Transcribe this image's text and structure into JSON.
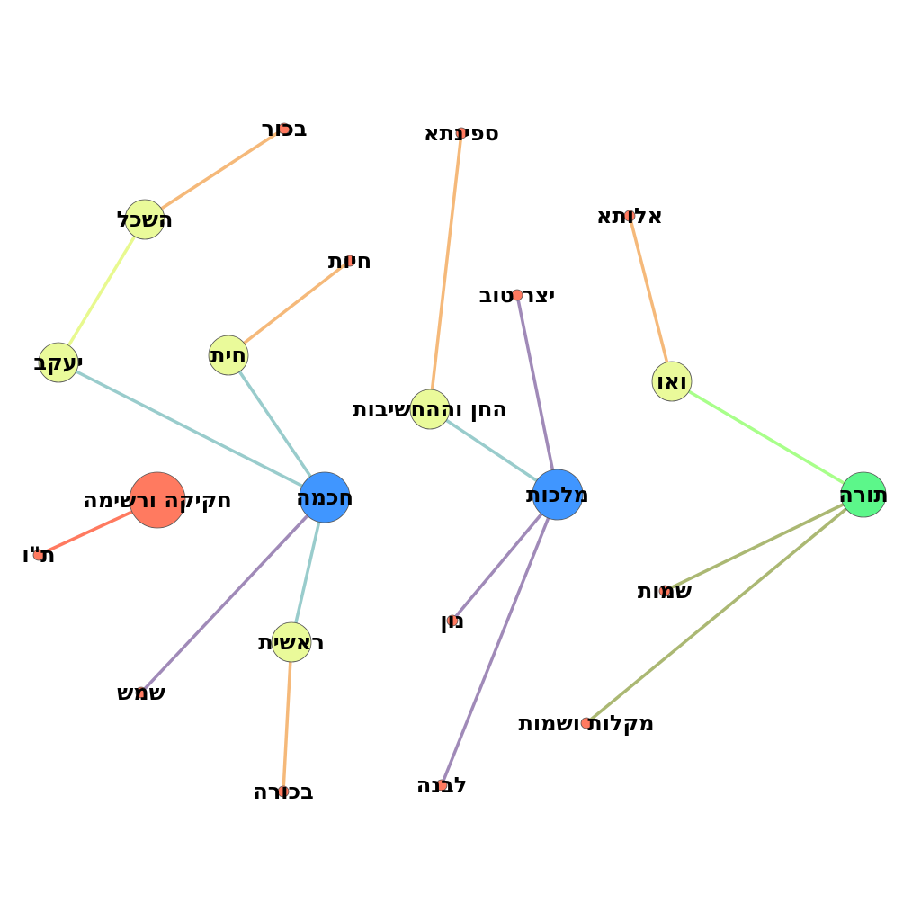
{
  "graph": {
    "nodes": [
      {
        "id": "hochma",
        "label": "חכמה",
        "kind": "hub",
        "color": "#4096ff"
      },
      {
        "id": "malchut",
        "label": "מלכות",
        "kind": "hub",
        "color": "#4096ff"
      },
      {
        "id": "torah",
        "label": "תורה",
        "kind": "hub",
        "color": "#5cf78a"
      },
      {
        "id": "hakika",
        "label": "חקיקה ורשימה",
        "kind": "hub",
        "color": "#ff7a60"
      },
      {
        "id": "haskel",
        "label": "השכל",
        "kind": "mid",
        "color": "#eafa9a"
      },
      {
        "id": "yaakov",
        "label": "יעקב",
        "kind": "mid",
        "color": "#eafa9a"
      },
      {
        "id": "chet",
        "label": "חית",
        "kind": "mid",
        "color": "#eafa9a"
      },
      {
        "id": "hachen",
        "label": "החן וההחשיבות",
        "kind": "mid",
        "color": "#eafa9a"
      },
      {
        "id": "vav",
        "label": "ואו",
        "kind": "mid",
        "color": "#eafa9a"
      },
      {
        "id": "reshit",
        "label": "ראשית",
        "kind": "mid",
        "color": "#eafa9a"
      },
      {
        "id": "bechor",
        "label": "בכור",
        "kind": "leaf",
        "color": "#ff7a60"
      },
      {
        "id": "chayot",
        "label": "חיות",
        "kind": "leaf",
        "color": "#ff7a60"
      },
      {
        "id": "sfinta",
        "label": "ספינתא",
        "kind": "leaf",
        "color": "#ff7a60"
      },
      {
        "id": "aluta",
        "label": "אלותא",
        "kind": "leaf",
        "color": "#ff7a60"
      },
      {
        "id": "yetzer",
        "label": "יצר טוב",
        "kind": "leaf",
        "color": "#ff7a60"
      },
      {
        "id": "tav",
        "label": "ת\"ו",
        "kind": "leaf",
        "color": "#ff7a60"
      },
      {
        "id": "shemesh",
        "label": "שמש",
        "kind": "leaf",
        "color": "#ff7a60"
      },
      {
        "id": "bechora",
        "label": "בכורה",
        "kind": "leaf",
        "color": "#ff7a60"
      },
      {
        "id": "nun",
        "label": "נון",
        "kind": "leaf",
        "color": "#ff7a60"
      },
      {
        "id": "levana",
        "label": "לבנה",
        "kind": "leaf",
        "color": "#ff7a60"
      },
      {
        "id": "shemot",
        "label": "שמות",
        "kind": "leaf",
        "color": "#ff7a60"
      },
      {
        "id": "makelot",
        "label": "מקלות ושמות",
        "kind": "leaf",
        "color": "#ff7a60"
      }
    ],
    "edges": [
      {
        "from": "haskel",
        "to": "bechor",
        "color": "#f5b97a"
      },
      {
        "from": "haskel",
        "to": "yaakov",
        "color": "#e8f98f"
      },
      {
        "from": "yaakov",
        "to": "hochma",
        "color": "#99cccc"
      },
      {
        "from": "chet",
        "to": "chayot",
        "color": "#f5b97a"
      },
      {
        "from": "chet",
        "to": "hochma",
        "color": "#99cccc"
      },
      {
        "from": "hochma",
        "to": "reshit",
        "color": "#99cccc"
      },
      {
        "from": "hochma",
        "to": "shemesh",
        "color": "#a08ab8"
      },
      {
        "from": "reshit",
        "to": "bechora",
        "color": "#f5b97a"
      },
      {
        "from": "hakika",
        "to": "tav",
        "color": "#ff7a60"
      },
      {
        "from": "hachen",
        "to": "sfinta",
        "color": "#f5b97a"
      },
      {
        "from": "hachen",
        "to": "malchut",
        "color": "#99cccc"
      },
      {
        "from": "malchut",
        "to": "yetzer",
        "color": "#a08ab8"
      },
      {
        "from": "malchut",
        "to": "nun",
        "color": "#a08ab8"
      },
      {
        "from": "malchut",
        "to": "levana",
        "color": "#a08ab8"
      },
      {
        "from": "vav",
        "to": "aluta",
        "color": "#f5b97a"
      },
      {
        "from": "vav",
        "to": "torah",
        "color": "#a8ff8a"
      },
      {
        "from": "torah",
        "to": "shemot",
        "color": "#abb873"
      },
      {
        "from": "torah",
        "to": "makelot",
        "color": "#abb873"
      }
    ]
  }
}
